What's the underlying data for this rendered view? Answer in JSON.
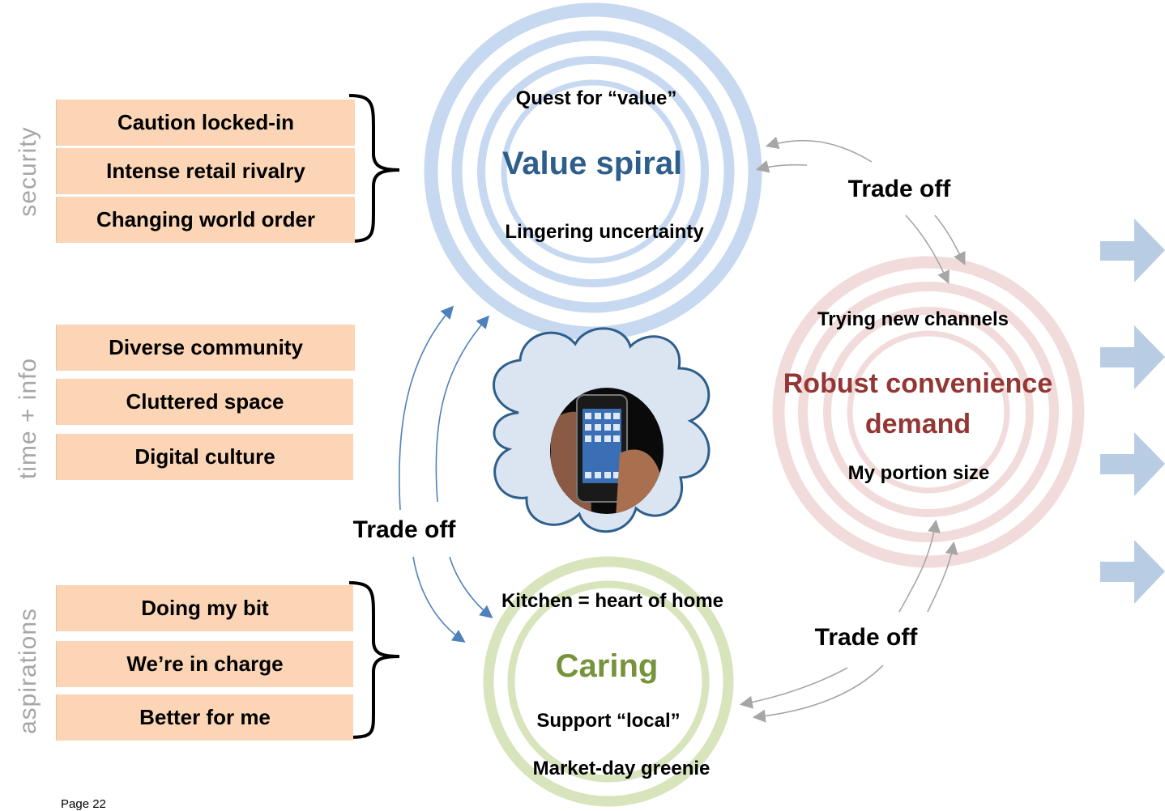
{
  "groups": [
    {
      "label": "security",
      "items": [
        "Caution locked-in",
        "Intense retail rivalry",
        "Changing world order"
      ]
    },
    {
      "label": "time + info",
      "items": [
        "Diverse community",
        "Cluttered space",
        "Digital culture"
      ]
    },
    {
      "label": "aspirations",
      "items": [
        "Doing my bit",
        "We’re in charge",
        "Better for me"
      ]
    }
  ],
  "value_spiral": {
    "title": "Value spiral",
    "top_text": "Quest for “value”",
    "bottom_text": "Lingering uncertainty",
    "color": "#c6d9f0"
  },
  "convenience": {
    "title_line1": "Robust convenience",
    "title_line2": "demand",
    "top_text": "Trying new channels",
    "bottom_text": "My portion size",
    "color": "#f2dcdb"
  },
  "caring": {
    "title": "Caring",
    "top_text": "Kitchen = heart of home",
    "middle_text": "Support “local”",
    "bottom_text": "Market-day greenie",
    "color": "#d7e4bc"
  },
  "trade_offs": {
    "upper_right": "Trade off",
    "left": "Trade off",
    "lower_right": "Trade off"
  },
  "center_image": "smartphone-in-hand",
  "page_number": "Page 22",
  "colors": {
    "box_fill": "#fbd5b5",
    "side_label": "#a6a6a6",
    "blue_title": "#2e5f8c",
    "red_title": "#943634",
    "green_title": "#77933c",
    "right_arrows": "#b8cce4",
    "blue_arrow": "#4f81bd",
    "grey_arrow": "#a6a6a6"
  }
}
